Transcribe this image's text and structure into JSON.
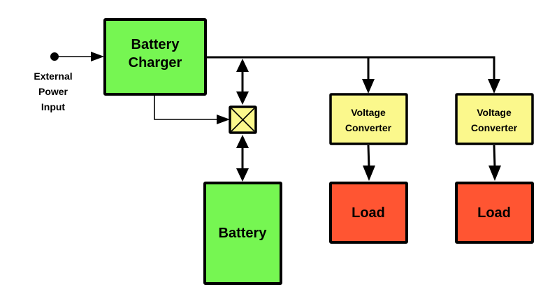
{
  "diagram": {
    "type": "block-diagram",
    "colors": {
      "charger_fill": "#76F652",
      "battery_fill": "#76F652",
      "converter_fill": "#FBF88C",
      "switch_fill": "#FBF88C",
      "load_fill": "#FF5532",
      "stroke": "#000000"
    },
    "input": {
      "label_lines": [
        "External",
        "Power",
        "Input"
      ]
    },
    "charger": {
      "label_lines": [
        "Battery",
        "Charger"
      ]
    },
    "switch": {
      "icon": "switch-x-icon"
    },
    "battery": {
      "label": "Battery"
    },
    "converters": [
      {
        "label_lines": [
          "Voltage",
          "Converter"
        ]
      },
      {
        "label_lines": [
          "Voltage",
          "Converter"
        ]
      }
    ],
    "loads": [
      {
        "label": "Load"
      },
      {
        "label": "Load"
      }
    ],
    "connections": [
      {
        "from": "External Power Input",
        "to": "Battery Charger",
        "style": "thin-arrow"
      },
      {
        "from": "Battery Charger",
        "to": "Main Bus",
        "style": "thick-line"
      },
      {
        "from": "Main Bus",
        "to": "Switch",
        "style": "thick-bidirectional"
      },
      {
        "from": "Battery Charger",
        "to": "Switch",
        "style": "thin-arrow (control)"
      },
      {
        "from": "Switch",
        "to": "Battery",
        "style": "thick-bidirectional"
      },
      {
        "from": "Main Bus",
        "to": "Voltage Converter 1",
        "style": "thick-arrow"
      },
      {
        "from": "Main Bus",
        "to": "Voltage Converter 2",
        "style": "thick-arrow"
      },
      {
        "from": "Voltage Converter 1",
        "to": "Load 1",
        "style": "thick-arrow"
      },
      {
        "from": "Voltage Converter 2",
        "to": "Load 2",
        "style": "thick-arrow"
      }
    ]
  }
}
